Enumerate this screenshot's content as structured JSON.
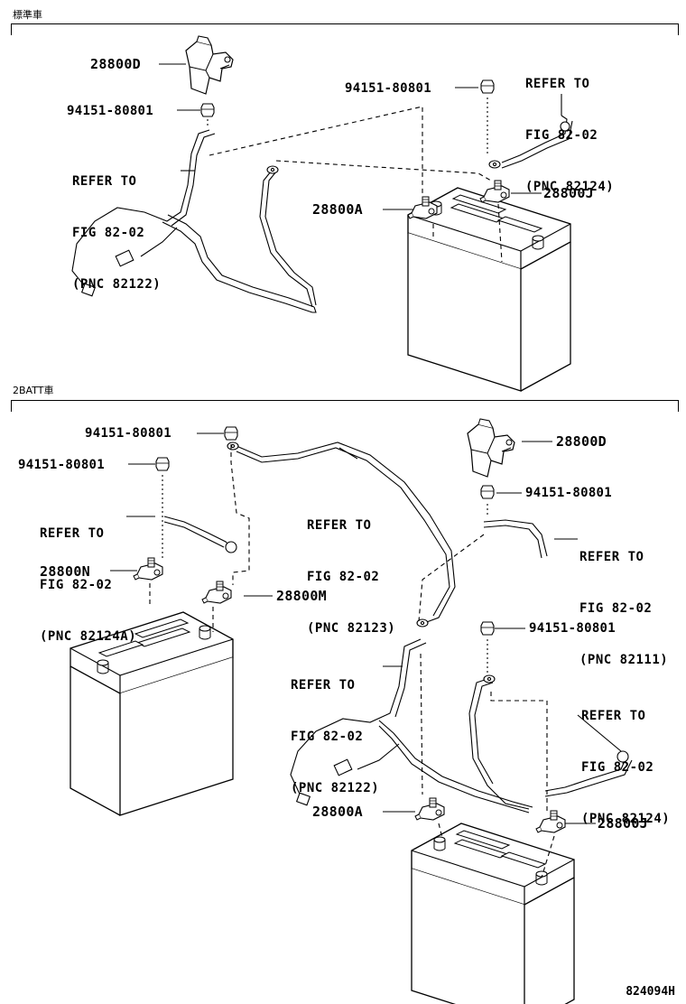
{
  "sections": {
    "standard": {
      "title": "標準車"
    },
    "dual": {
      "title": "2BATT車"
    }
  },
  "figure_no": "824094H",
  "std": {
    "p_28800D": "28800D",
    "p_941_top": "94151-80801",
    "p_941_left": "94151-80801",
    "p_28800A": "28800A",
    "p_28800J": "28800J",
    "ref_82124": {
      "l1": "REFER TO",
      "l2": "FIG 82-02",
      "l3": "(PNC 82124)"
    },
    "ref_82122": {
      "l1": "REFER TO",
      "l2": "FIG 82-02",
      "l3": "(PNC 82122)"
    }
  },
  "dual": {
    "p_941_a": "94151-80801",
    "p_941_b": "94151-80801",
    "p_941_c": "94151-80801",
    "p_941_d": "94151-80801",
    "p_28800D": "28800D",
    "p_28800N": "28800N",
    "p_28800M": "28800M",
    "p_28800A": "28800A",
    "p_28800J": "28800J",
    "ref_82124A": {
      "l1": "REFER TO",
      "l2": "FIG 82-02",
      "l3": "(PNC 82124A)"
    },
    "ref_82123": {
      "l1": "REFER TO",
      "l2": "FIG 82-02",
      "l3": "(PNC 82123)"
    },
    "ref_82111": {
      "l1": "REFER TO",
      "l2": "FIG 82-02",
      "l3": "(PNC 82111)"
    },
    "ref_82122": {
      "l1": "REFER TO",
      "l2": "FIG 82-02",
      "l3": "(PNC 82122)"
    },
    "ref_82124": {
      "l1": "REFER TO",
      "l2": "FIG 82-02",
      "l3": "(PNC 82124)"
    }
  }
}
